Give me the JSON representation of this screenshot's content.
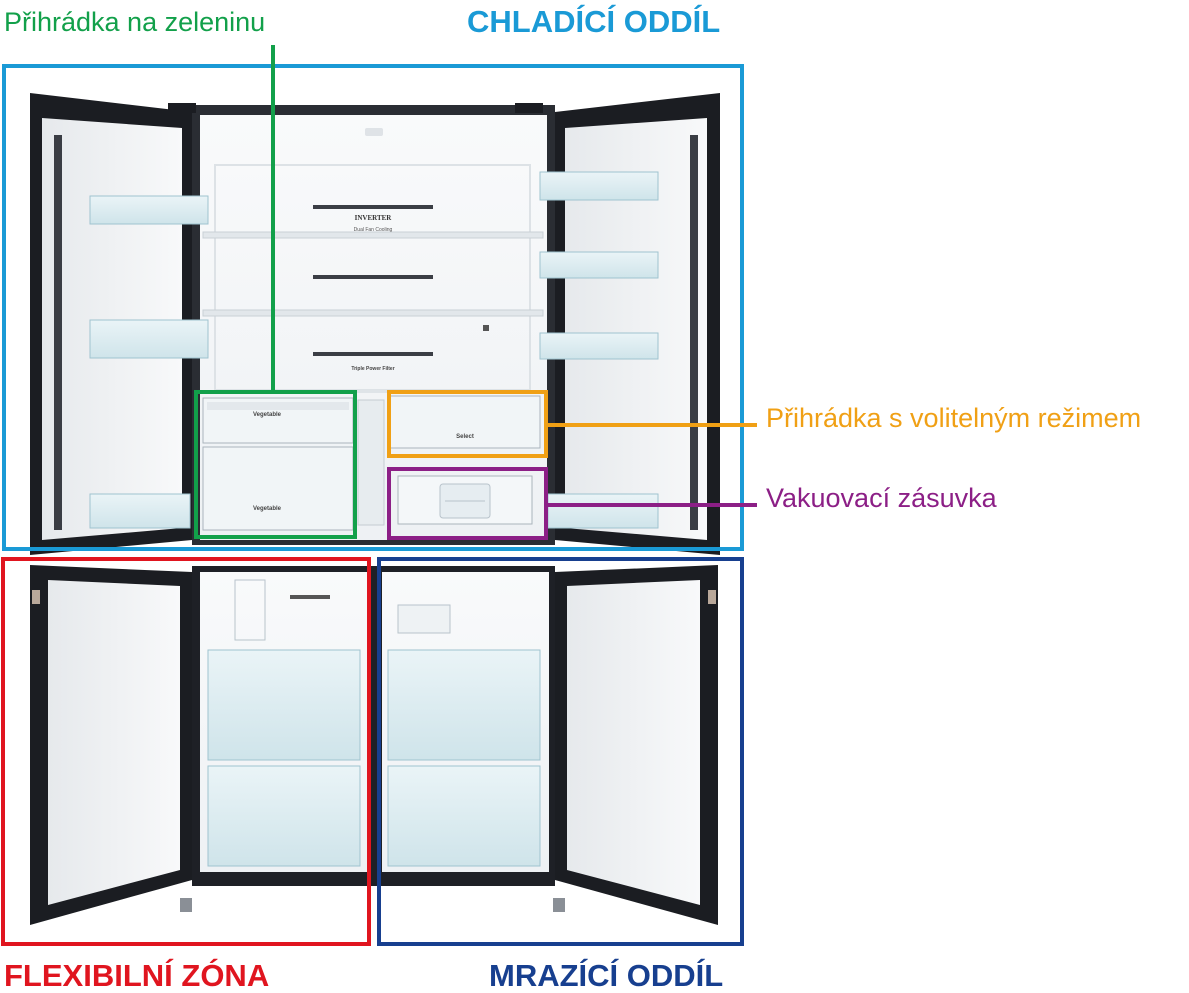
{
  "labels": {
    "vegetable_compartment": "Přihrádka na zeleninu",
    "fridge_compartment": "CHLADÍCÍ ODDÍL",
    "select_mode_compartment": "Přihrádka s volitelným režimem",
    "vacuum_drawer": "Vakuovací zásuvka",
    "flexible_zone": "FLEXIBILNÍ ZÓNA",
    "freezer_compartment": "MRAZÍCÍ ODDÍL"
  },
  "fridge_prints": {
    "inverter_line1": "INVERTER",
    "inverter_line2": "Dual Fan Cooling",
    "filter_label": "Triple Power Filter",
    "vegetable_drawer_upper": "Vegetable",
    "vegetable_drawer_lower": "Vegetable",
    "select_drawer": "Select"
  },
  "colors": {
    "fridge": "#1a9ad6",
    "vegetable": "#12a04a",
    "select_mode": "#f0a015",
    "vacuum": "#8c1f86",
    "flexible": "#e0151f",
    "freezer": "#173f8f",
    "cabinet": "#1b1d22",
    "interior": "#f6f8fa"
  }
}
